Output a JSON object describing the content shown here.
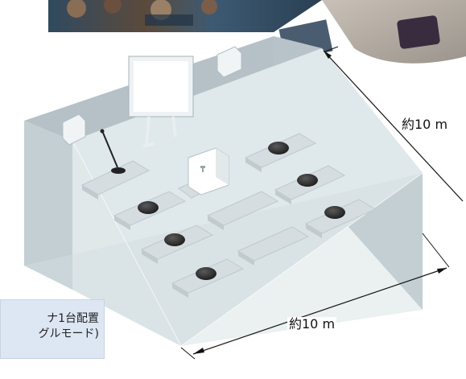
{
  "dimensions": {
    "width_label": "約10 m",
    "depth_label": "約10 m"
  },
  "note": {
    "line1": "ナ1台配置",
    "line2": "グルモード)"
  },
  "photo": {
    "description_icon": "audience-photo"
  },
  "colors": {
    "wall": "#bfcbd0",
    "floor": "#e3ebee",
    "desk": "#d7dfe2",
    "puck": "#2a2a2a",
    "note_bg": "#dde7f3"
  }
}
